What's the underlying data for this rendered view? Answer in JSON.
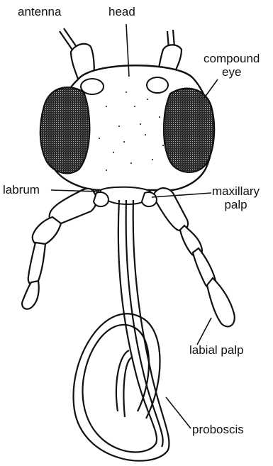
{
  "labels": {
    "antenna": "antenna",
    "head": "head",
    "compound_eye_line1": "compound",
    "compound_eye_line2": "eye",
    "labrum": "labrum",
    "maxillary_palp_line1": "maxillary",
    "maxillary_palp_line2": "palp",
    "labial_palp": "labial palp",
    "proboscis": "proboscis"
  },
  "colors": {
    "ink": "#111111",
    "background": "#ffffff",
    "eye_fill": "#2a2a2a"
  }
}
